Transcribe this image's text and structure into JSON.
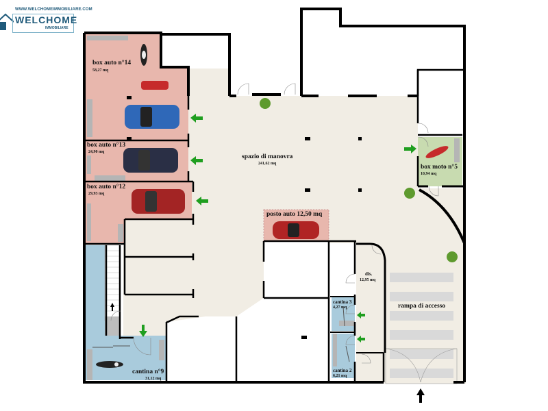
{
  "logo": {
    "url": "WWW.WELCHOMEIMMOBILIARE.COM",
    "name": "WELCHOME",
    "subtitle": "IMMOBILIARE"
  },
  "colors": {
    "wall": "#000000",
    "common_floor": "#f1ede4",
    "box_auto": "#e8b7ad",
    "cantina": "#a9cbdc",
    "box_moto": "#c8dbb0",
    "ramp_stripe": "#d9d9d9",
    "arrow": "#1f9e1f",
    "shelf": "#b5b5b5"
  },
  "rooms": {
    "box14": {
      "title": "box auto n°14",
      "area": "58,27 mq"
    },
    "box13": {
      "title": "box auto n°13",
      "area": "24,90 mq"
    },
    "box12": {
      "title": "box auto n°12",
      "area": "29,93 mq"
    },
    "manovra": {
      "title": "spazio di manovra",
      "area": "241,62 mq"
    },
    "posto": {
      "title": "posto auto 12,50 mq"
    },
    "moto5": {
      "title": "box moto n°5",
      "area": "10,94 mq"
    },
    "dis": {
      "title": "dis.",
      "area": "12,95 mq"
    },
    "cantina3": {
      "title": "cantina 3",
      "area": "4,27 mq"
    },
    "cantina2": {
      "title": "cantina 2",
      "area": "6,21 mq"
    },
    "cantina9": {
      "title": "cantina n°9",
      "area": "31,12 mq"
    },
    "rampa": {
      "title": "rampa di accesso"
    }
  }
}
